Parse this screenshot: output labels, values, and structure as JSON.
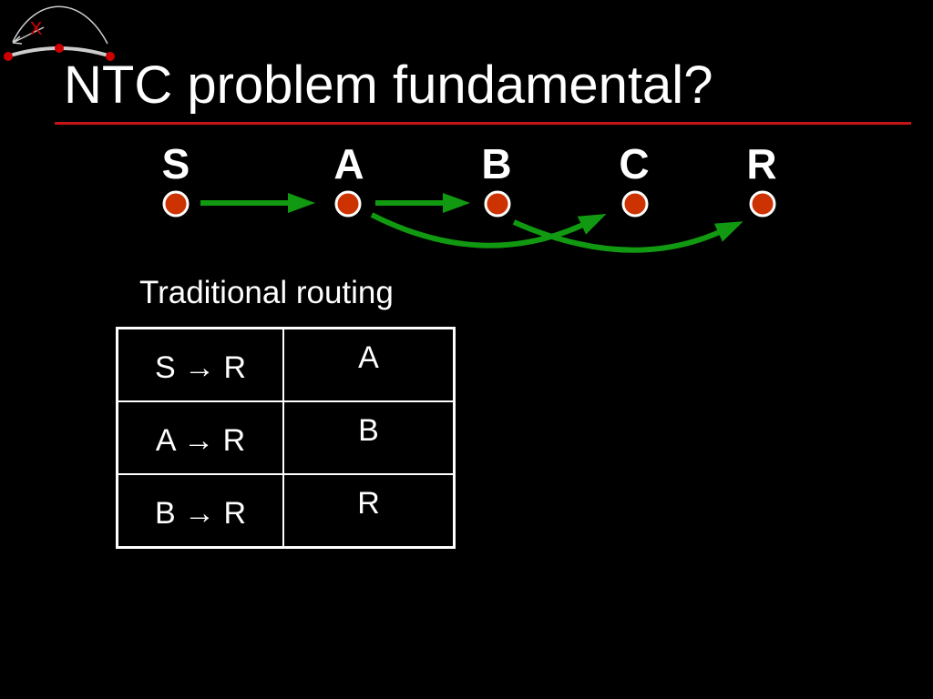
{
  "slide": {
    "title": "NTC problem fundamental?"
  },
  "logo": {
    "mark": "X",
    "colors": {
      "arc": "#cccccc",
      "dot": "#cc0000",
      "mark": "#dd0000"
    }
  },
  "diagram": {
    "nodes": [
      {
        "id": "S",
        "label": "S"
      },
      {
        "id": "A",
        "label": "A"
      },
      {
        "id": "B",
        "label": "B"
      },
      {
        "id": "C",
        "label": "C"
      },
      {
        "id": "R",
        "label": "R"
      }
    ],
    "links": [
      {
        "from": "S",
        "to": "A"
      },
      {
        "from": "A",
        "to": "B"
      },
      {
        "from": "A",
        "to": "C"
      },
      {
        "from": "B",
        "to": "R"
      }
    ],
    "colors": {
      "node_fill": "#cc3300",
      "node_border": "#ffffff",
      "link": "#119911",
      "title_rule": "#c41414"
    }
  },
  "routing": {
    "caption": "Traditional routing",
    "rows": [
      {
        "route": "S → R",
        "next_hop": "A"
      },
      {
        "route": "A → R",
        "next_hop": "B"
      },
      {
        "route": "B → R",
        "next_hop": "R"
      }
    ]
  }
}
